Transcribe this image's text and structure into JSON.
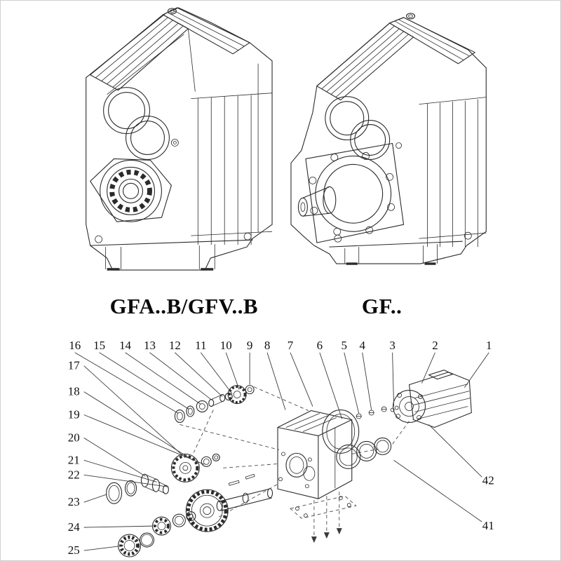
{
  "figure_labels": {
    "left": "GFA..B/GFV..B",
    "right": "GF.."
  },
  "callouts": {
    "top": [
      "16",
      "15",
      "14",
      "13",
      "12",
      "11",
      "10",
      "9",
      "8",
      "7",
      "6",
      "5",
      "4",
      "3",
      "2",
      "1"
    ],
    "left": [
      "17",
      "18",
      "19",
      "20",
      "21",
      "22",
      "23",
      "24",
      "25"
    ],
    "right": [
      "42",
      "41"
    ]
  },
  "drawing": {
    "line_color": "#2b2b2b",
    "background": "#ffffff"
  }
}
